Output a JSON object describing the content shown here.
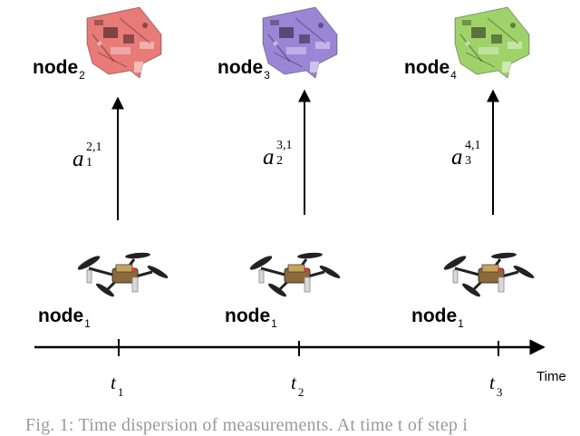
{
  "nodes": {
    "top": [
      {
        "name": "node",
        "sub": "2",
        "color": "#e87a78"
      },
      {
        "name": "node",
        "sub": "3",
        "color": "#9b86d6"
      },
      {
        "name": "node",
        "sub": "4",
        "color": "#9fd36a"
      }
    ],
    "bottom": [
      {
        "name": "node",
        "sub": "1"
      },
      {
        "name": "node",
        "sub": "1"
      },
      {
        "name": "node",
        "sub": "1"
      }
    ]
  },
  "actions": [
    {
      "base": "a",
      "sup": "2,1",
      "sub": "1"
    },
    {
      "base": "a",
      "sup": "3,1",
      "sub": "2"
    },
    {
      "base": "a",
      "sup": "4,1",
      "sub": "3"
    }
  ],
  "timeline": {
    "ticks": [
      {
        "base": "t",
        "sub": "1"
      },
      {
        "base": "t",
        "sub": "2"
      },
      {
        "base": "t",
        "sub": "3"
      }
    ],
    "axis_label": "Time"
  },
  "caption": "Fig. 1: Time dispersion of measurements. At time t  of step i",
  "icons": {
    "board": "circuit-board-icon",
    "drone": "quadcopter-drone-icon"
  }
}
